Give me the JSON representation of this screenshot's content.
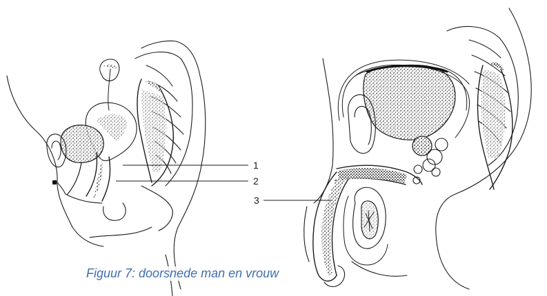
{
  "caption": "Figuur 7: doorsnede man en vrouw",
  "labels": {
    "one": "1",
    "two": "2",
    "three": "3"
  },
  "colors": {
    "caption": "#3f6fae",
    "line": "#1a1a1a",
    "stipple": "#111111"
  }
}
